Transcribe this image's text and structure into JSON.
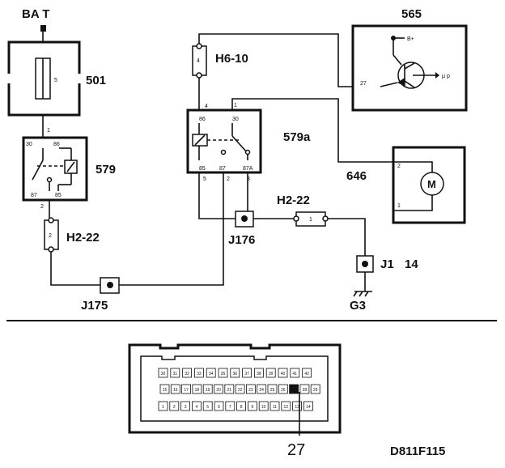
{
  "labels": {
    "batt": "BA  T",
    "c501": "501",
    "fuse_num": "5",
    "c579": "579",
    "c579_pin_30": "30",
    "c579_pin_86": "86",
    "c579_pin_87": "87",
    "c579_pin_85": "85",
    "c579_top_wire": "1",
    "c579_bottom_wire": "2",
    "h2_22_left": "H2-22",
    "h2_22_left_num": "2",
    "j175": "J175",
    "h6_10": "H6-10",
    "h6_10_num": "4",
    "c579a": "579a",
    "c579a_pin_86": "86",
    "c579a_pin_30": "30",
    "c579a_pin_85": "85",
    "c579a_pin_87": "87",
    "c579a_pin_87a": "87A",
    "c579a_w4": "4",
    "c579a_w1": "1",
    "c579a_w5": "5",
    "c579a_w2": "2",
    "c579a_w3": "3",
    "j176": "J176",
    "h2_22_right": "H2-22",
    "h2_22_right_num": "1",
    "j1": "J1",
    "j1_num": "14",
    "g3": "G3",
    "c565": "565",
    "c565_bplus": "B+",
    "c565_mu": "μ p",
    "c565_pin27": "27",
    "c646": "646",
    "motor": "M",
    "c646_pin2": "2",
    "c646_pin1": "1",
    "connector_pin_callout": "27",
    "diagram_code": "D811F115"
  },
  "connector": {
    "row1": [
      "30",
      "31",
      "32",
      "33",
      "34",
      "35",
      "36",
      "37",
      "38",
      "39",
      "40",
      "41",
      "42"
    ],
    "row2": [
      "15",
      "16",
      "17",
      "18",
      "19",
      "20",
      "21",
      "22",
      "23",
      "24",
      "25",
      "26",
      "27",
      "28",
      "29"
    ],
    "row3": [
      "1",
      "2",
      "3",
      "4",
      "5",
      "6",
      "7",
      "8",
      "9",
      "10",
      "11",
      "12",
      "13",
      "14"
    ],
    "highlighted_pin": "27"
  }
}
